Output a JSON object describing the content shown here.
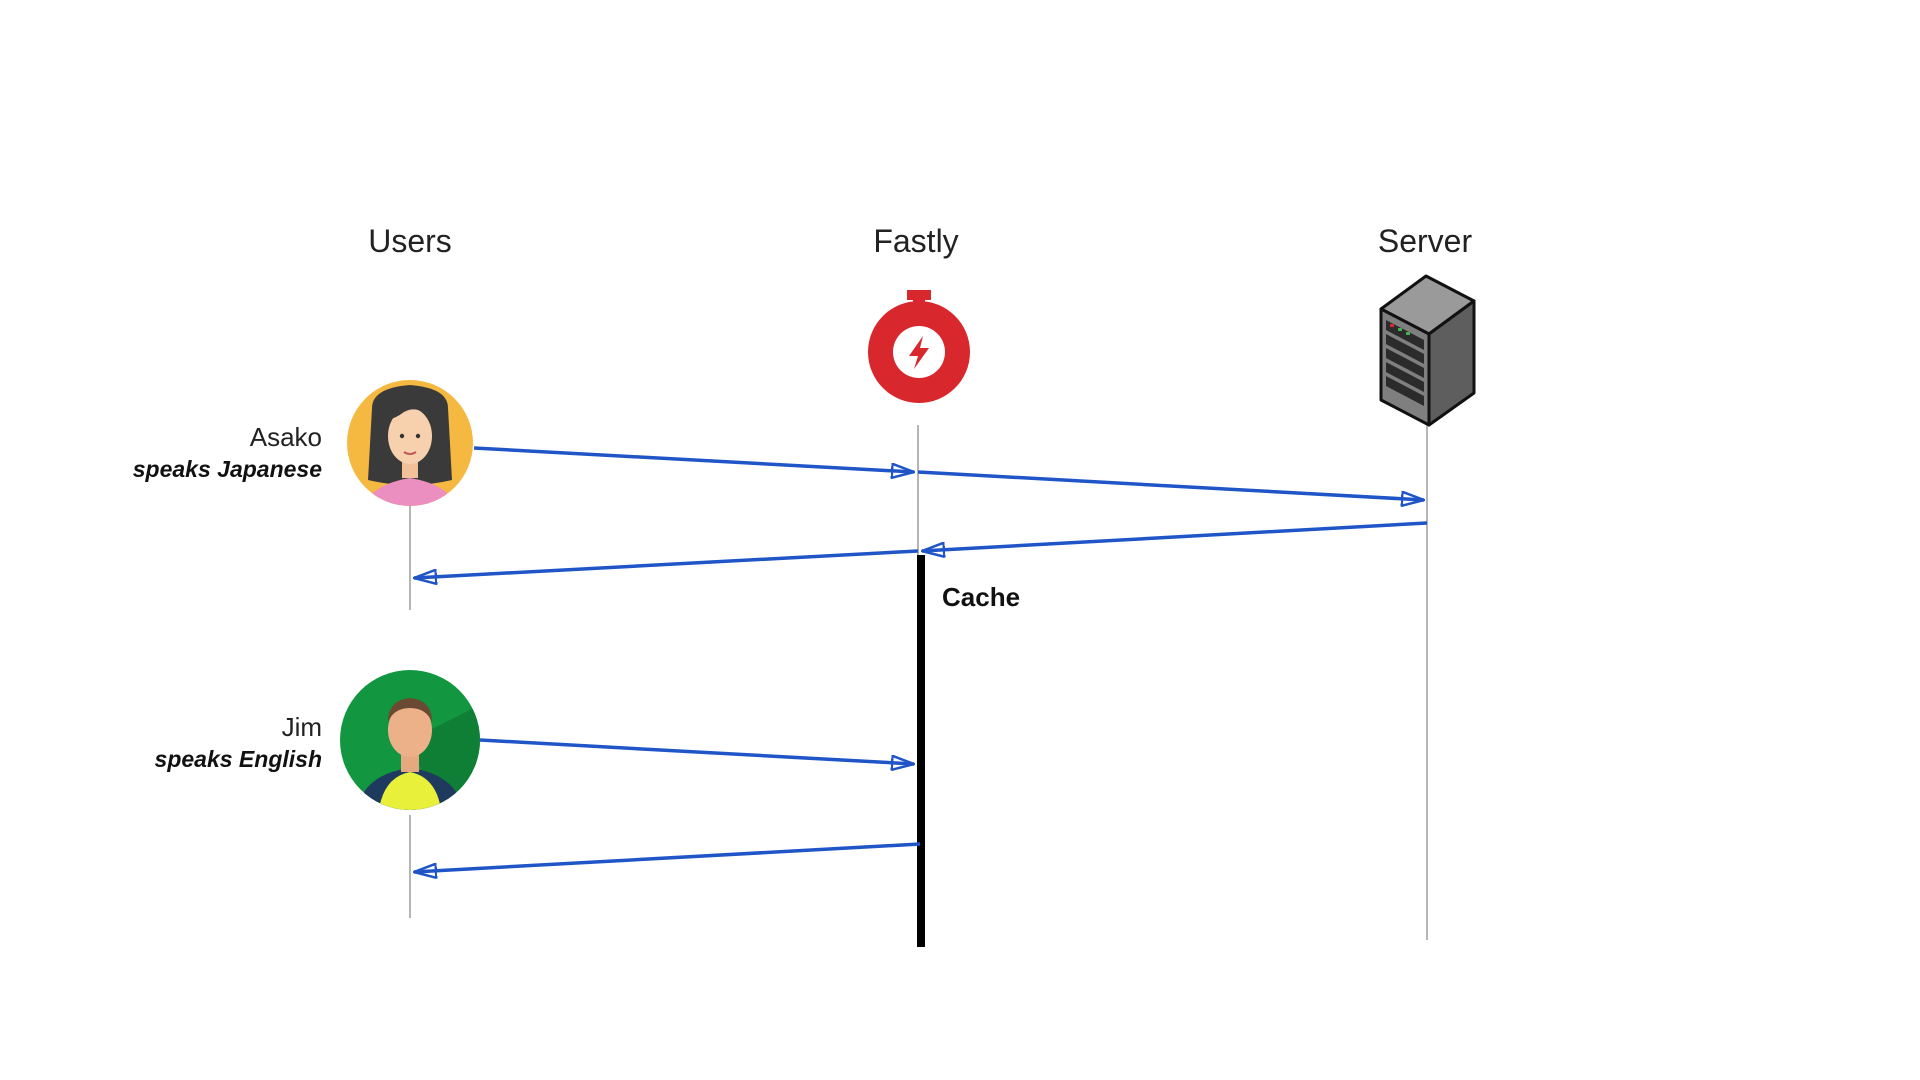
{
  "columns": {
    "users": "Users",
    "fastly": "Fastly",
    "server": "Server"
  },
  "users": [
    {
      "name": "Asako",
      "note": "speaks Japanese",
      "avatar": "woman-avatar-icon"
    },
    {
      "name": "Jim",
      "note": "speaks English",
      "avatar": "man-avatar-icon"
    }
  ],
  "cache_label": "Cache",
  "icons": {
    "fastly": "stopwatch-lightning-icon",
    "server": "server-tower-icon"
  },
  "colors": {
    "arrow": "#1f55c7",
    "lifeline": "#b5b5b5",
    "cache_bar": "#000000",
    "fastly_red": "#d9272e",
    "asako_bg": "#f5b942",
    "jim_bg": "#12963f"
  }
}
